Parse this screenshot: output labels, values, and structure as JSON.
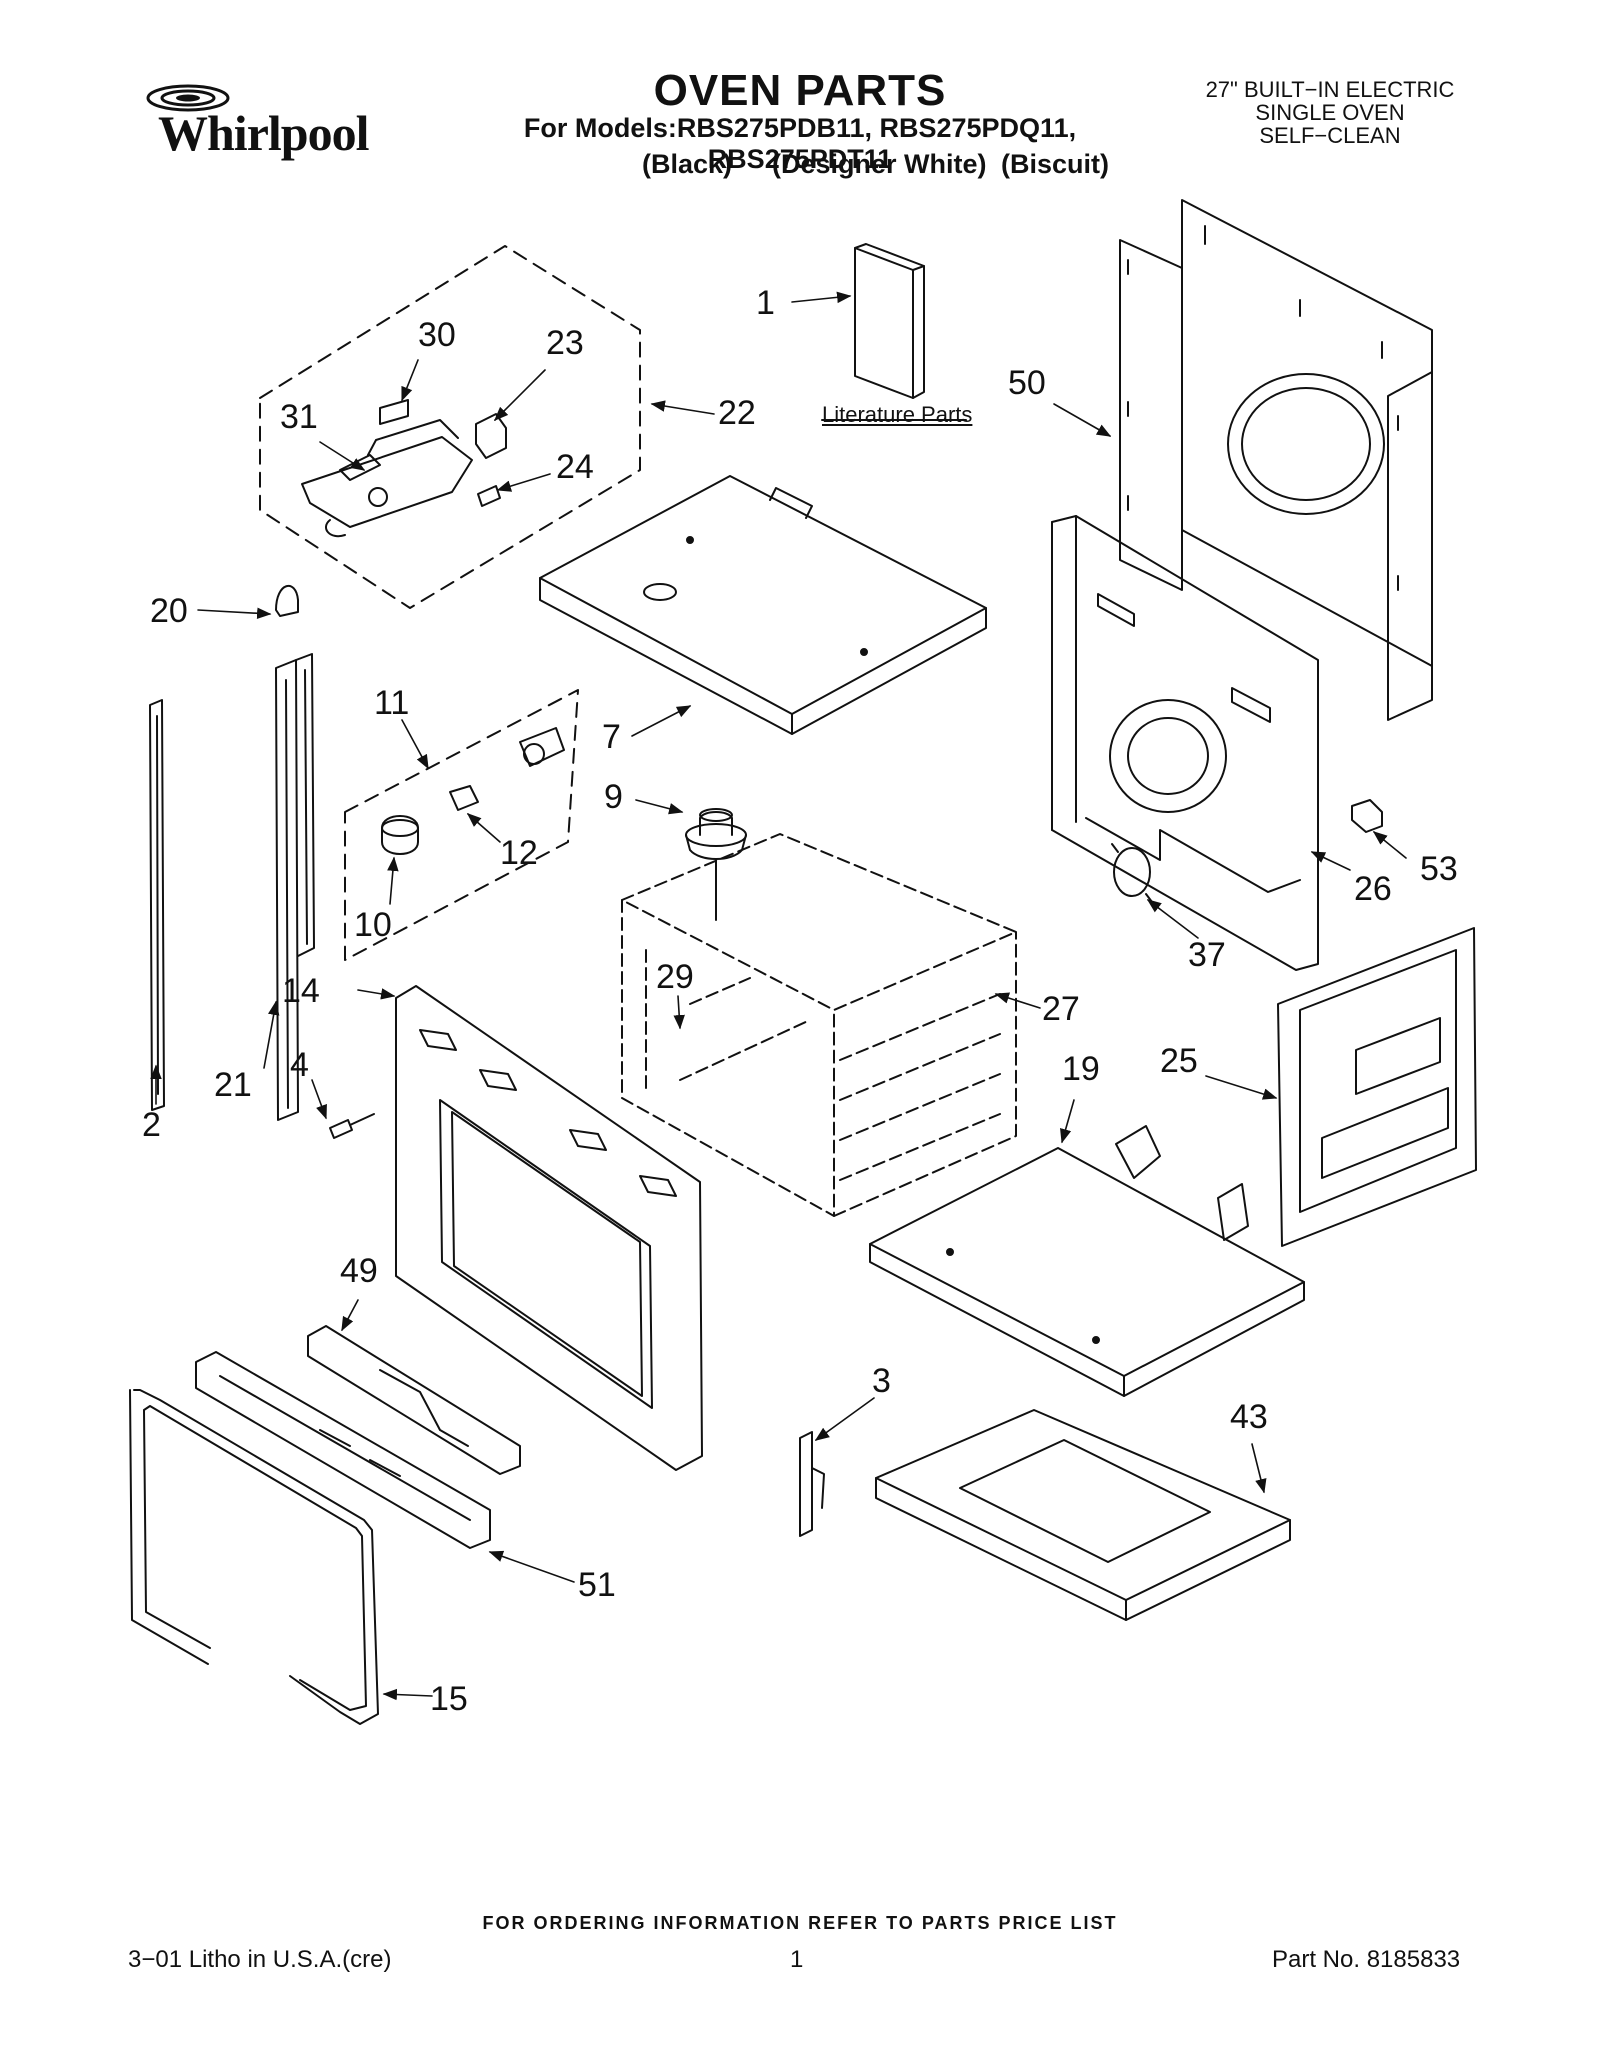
{
  "header": {
    "brand_logo": "Whirlpool",
    "title": "OVEN PARTS",
    "models_line": "For Models:RBS275PDB11, RBS275PDQ11, RBS275PDT11",
    "color_black": "(Black)",
    "color_white": "(Designer White)",
    "color_biscuit": "(Biscuit)",
    "spec_line1": "27\" BUILT−IN ELECTRIC",
    "spec_line2": "SINGLE OVEN",
    "spec_line3": "SELF−CLEAN"
  },
  "diagram": {
    "literature_label": "Literature Parts",
    "callouts": [
      "1",
      "30",
      "23",
      "22",
      "31",
      "24",
      "50",
      "20",
      "11",
      "7",
      "12",
      "9",
      "10",
      "26",
      "53",
      "37",
      "29",
      "14",
      "27",
      "4",
      "21",
      "2",
      "19",
      "25",
      "49",
      "3",
      "43",
      "51",
      "15"
    ]
  },
  "footer": {
    "ordering_note": "FOR ORDERING INFORMATION REFER TO PARTS PRICE LIST",
    "litho": "3−01 Litho in U.S.A.(cre)",
    "page_number": "1",
    "part_number": "Part No. 8185833"
  },
  "colors": {
    "ink": "#111111",
    "paper": "#ffffff"
  }
}
